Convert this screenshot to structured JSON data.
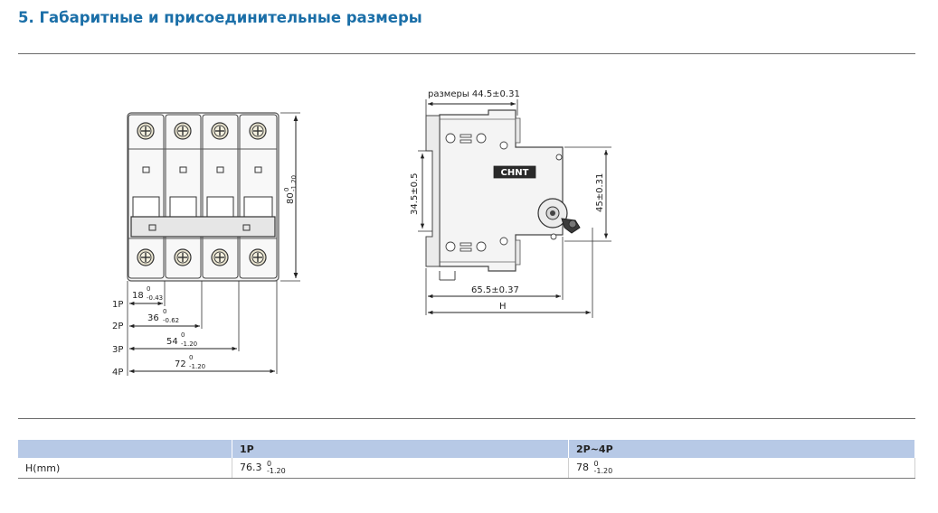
{
  "header": {
    "title": "5. Габаритные и присоединительные размеры"
  },
  "brand": {
    "logo_text": "CHNT",
    "accent_color": "#1b6fa8",
    "table_header_color": "#b7c9e6"
  },
  "front_view": {
    "height_dim": "80",
    "height_tol_upper": "0",
    "height_tol_lower": "-1.20",
    "pole_labels": [
      "1P",
      "2P",
      "3P",
      "4P"
    ],
    "widths": [
      {
        "value": "18",
        "tol_upper": "0",
        "tol_lower": "-0.43"
      },
      {
        "value": "36",
        "tol_upper": "0",
        "tol_lower": "-0.62"
      },
      {
        "value": "54",
        "tol_upper": "0",
        "tol_lower": "-1.20"
      },
      {
        "value": "72",
        "tol_upper": "0",
        "tol_lower": "-1.20"
      }
    ]
  },
  "side_view": {
    "top_dim": "размеры 44.5±0.31",
    "left_dim": "34.5±0.5",
    "right_dim": "45±0.31",
    "bottom_dim": "65.5±0.37",
    "overall_dim": "H"
  },
  "table": {
    "columns": [
      "",
      "1P",
      "2P~4P"
    ],
    "rows": [
      {
        "label": "H(mm)",
        "cells": [
          {
            "value": "76.3",
            "tol_upper": "0",
            "tol_lower": "-1.20"
          },
          {
            "value": "78",
            "tol_upper": "0",
            "tol_lower": "-1.20"
          }
        ]
      }
    ]
  }
}
